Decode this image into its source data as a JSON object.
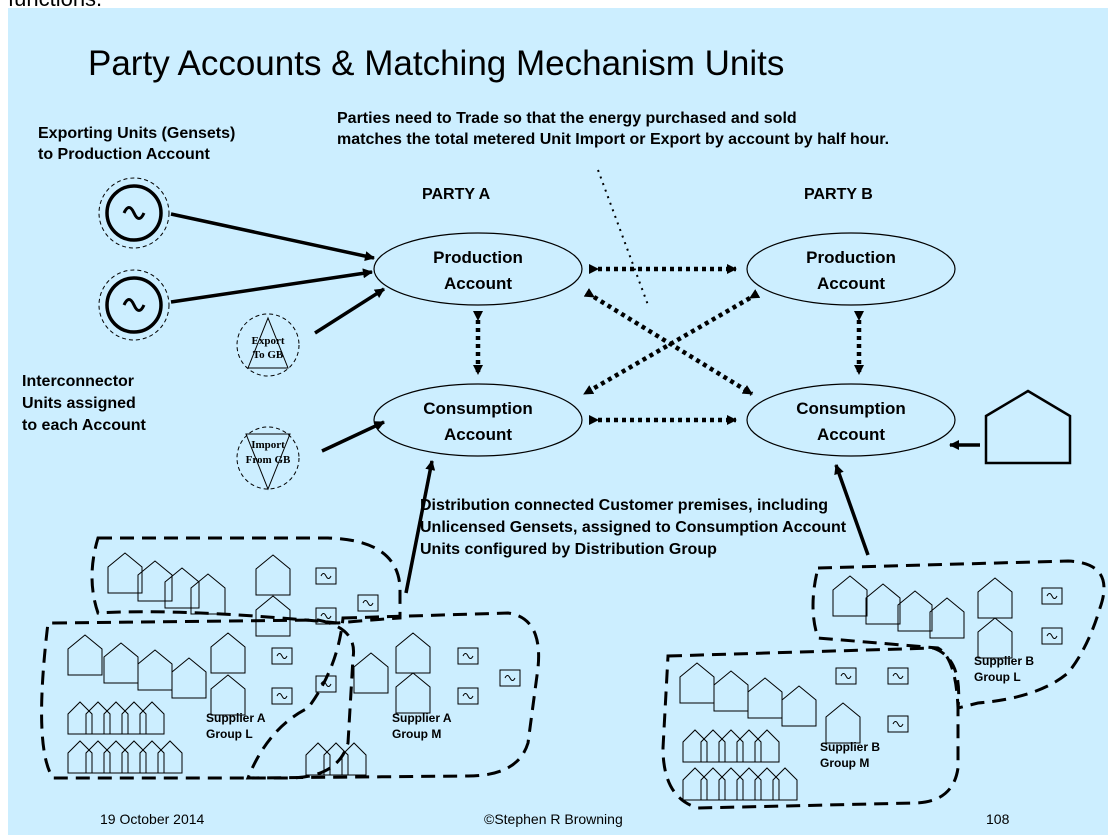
{
  "header_fragment": "functions.",
  "title": "Party Accounts & Matching Mechanism Units",
  "notes": {
    "trade_line1": "Parties need to Trade so that the energy purchased and sold",
    "trade_line2": "matches the total metered Unit Import or Export by account by half hour.",
    "exporting_line1": "Exporting Units (Gensets)",
    "exporting_line2": "to Production Account",
    "interconnector_line1": "Interconnector",
    "interconnector_line2": "Units assigned",
    "interconnector_line3": "to each Account",
    "distribution_line1": "Distribution connected Customer premises, including",
    "distribution_line2": "Unlicensed Gensets, assigned to Consumption Account",
    "distribution_line3": "Units configured by Distribution Group"
  },
  "party_a": {
    "label": "PARTY A",
    "production_line1": "Production",
    "production_line2": "Account",
    "consumption_line1": "Consumption",
    "consumption_line2": "Account"
  },
  "party_b": {
    "label": "PARTY B",
    "production_line1": "Production",
    "production_line2": "Account",
    "consumption_line1": "Consumption",
    "consumption_line2": "Account"
  },
  "interconnectors": {
    "export_line1": "Export",
    "export_line2": "To GB",
    "import_line1": "Import",
    "import_line2": "From GB"
  },
  "groups": {
    "supplier_a_l_line1": "Supplier A",
    "supplier_a_l_line2": "Group L",
    "supplier_a_m_line1": "Supplier A",
    "supplier_a_m_line2": "Group M",
    "supplier_b_l_line1": "Supplier B",
    "supplier_b_l_line2": "Group L",
    "supplier_b_m_line1": "Supplier B",
    "supplier_b_m_line2": "Group M"
  },
  "footer": {
    "date": "19 October 2014",
    "copyright": "©Stephen R Browning",
    "page": "108"
  },
  "icons": [
    "genset-icon",
    "house-icon",
    "export-triangle-icon",
    "import-triangle-icon"
  ]
}
